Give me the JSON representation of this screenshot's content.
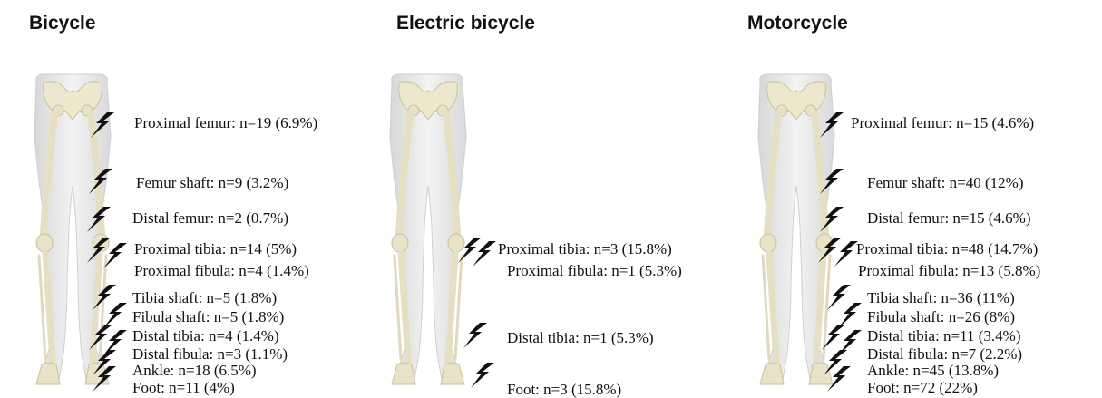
{
  "panels": [
    {
      "title": "Bicycle",
      "labels": [
        "Proximal femur: n=19 (6.9%)",
        "Femur shaft: n=9 (3.2%)",
        "Distal femur: n=2 (0.7%)",
        "Proximal tibia: n=14 (5%)",
        "Proximal fibula: n=4 (1.4%)",
        "Tibia shaft: n=5 (1.8%)",
        "Fibula shaft: n=5 (1.8%)",
        "Distal tibia: n=4 (1.4%)",
        "Distal fibula: n=3 (1.1%)",
        "Ankle: n=18 (6.5%)",
        "Foot: n=11 (4%)"
      ]
    },
    {
      "title": "Electric bicycle",
      "labels": [
        "Proximal tibia: n=3 (15.8%)",
        "Proximal fibula: n=1 (5.3%)",
        "Distal tibia: n=1 (5.3%)",
        "Foot: n=3 (15.8%)"
      ]
    },
    {
      "title": "Motorcycle",
      "labels": [
        "Proximal femur: n=15 (4.6%)",
        "Femur shaft: n=40 (12%)",
        "Distal femur: n=15 (4.6%)",
        "Proximal tibia: n=48 (14.7%)",
        "Proximal fibula: n=13 (5.8%)",
        "Tibia shaft: n=36 (11%)",
        "Fibula shaft: n=26 (8%)",
        "Distal tibia: n=11 (3.4%)",
        "Distal fibula: n=7 (2.2%)",
        "Ankle: n=45 (13.8%)",
        "Foot: n=72 (22%)"
      ]
    }
  ],
  "icons": {
    "fracture_marker": "lightning-bolt-icon",
    "figure": "lower-limb-skeleton-illustration"
  },
  "colors": {
    "skin": "#e7e7e7",
    "bone": "#ece6cf",
    "bolt": "#111111"
  }
}
